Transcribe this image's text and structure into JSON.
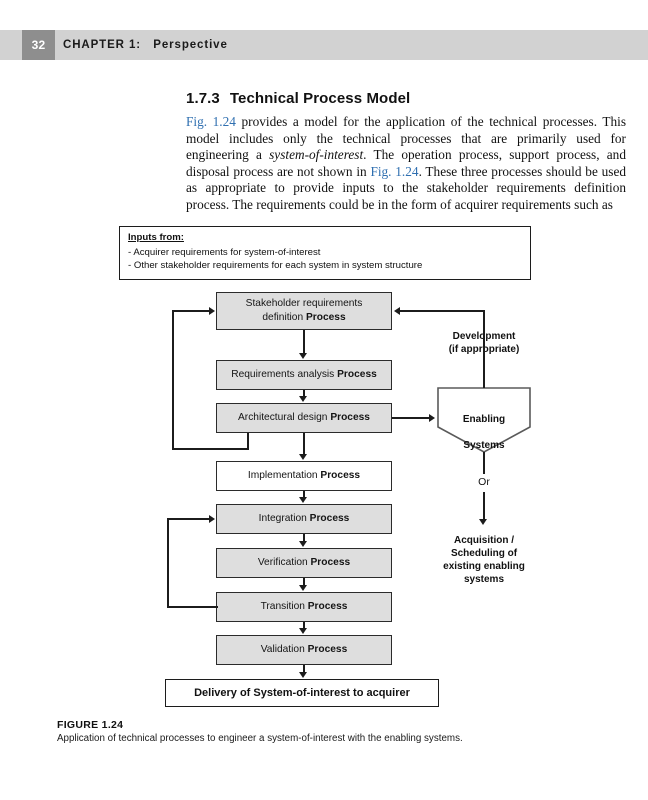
{
  "header": {
    "page_number": "32",
    "running_title": "CHAPTER 1:   Perspective"
  },
  "section": {
    "number": "1.7.3",
    "title": "Technical Process Model",
    "paragraph_parts": {
      "link1": "Fig. 1.24",
      "t1": " provides a model for the application of the technical processes. This model includes only the technical processes that are primarily used for engineering a ",
      "italic1": "system-of-interest",
      "t2": ". The operation process, support process, and disposal process are not shown in ",
      "link2": "Fig. 1.24",
      "t3": ". These three processes should be used as appropriate to provide inputs to the stakeholder requirements definition process. The requirements could be in the form of acquirer requirements such as"
    }
  },
  "figure": {
    "inputs_box": {
      "title": "Inputs from:",
      "line1": "- Acquirer requirements for system-of-interest",
      "line2": "- Other stakeholder requirements for each system in system structure"
    },
    "process_boxes": [
      {
        "line1": "Stakeholder requirements",
        "line2": "definition",
        "bold_suffix": "Process",
        "fill": "gray"
      },
      {
        "line1": "Requirements analysis",
        "bold_suffix": "Process",
        "fill": "gray"
      },
      {
        "line1": "Architectural design",
        "bold_suffix": "Process",
        "fill": "gray"
      },
      {
        "line1": "Implementation",
        "bold_suffix": "Process",
        "fill": "white"
      },
      {
        "line1": "Integration",
        "bold_suffix": "Process",
        "fill": "gray"
      },
      {
        "line1": "Verification",
        "bold_suffix": "Process",
        "fill": "gray"
      },
      {
        "line1": "Transition",
        "bold_suffix": "Process",
        "fill": "gray"
      },
      {
        "line1": "Validation",
        "bold_suffix": "Process",
        "fill": "gray"
      }
    ],
    "enabling_systems": {
      "line1": "Enabling",
      "line2": "Systems"
    },
    "labels": {
      "development": "Development\n(if appropriate)",
      "or": "Or",
      "acquisition": "Acquisition /\nScheduling of\nexisting enabling\nsystems"
    },
    "delivery_box": "Delivery of System-of-interest to acquirer",
    "caption_title": "FIGURE 1.24",
    "caption_text": "Application of technical processes to engineer a system-of-interest with the enabling systems."
  },
  "colors": {
    "header_band": "#d2d2d2",
    "header_pagenum_block": "#8e8e8e",
    "box_fill_gray": "#dedede",
    "line": "#1c1c1c",
    "link": "#2f6fb0"
  }
}
